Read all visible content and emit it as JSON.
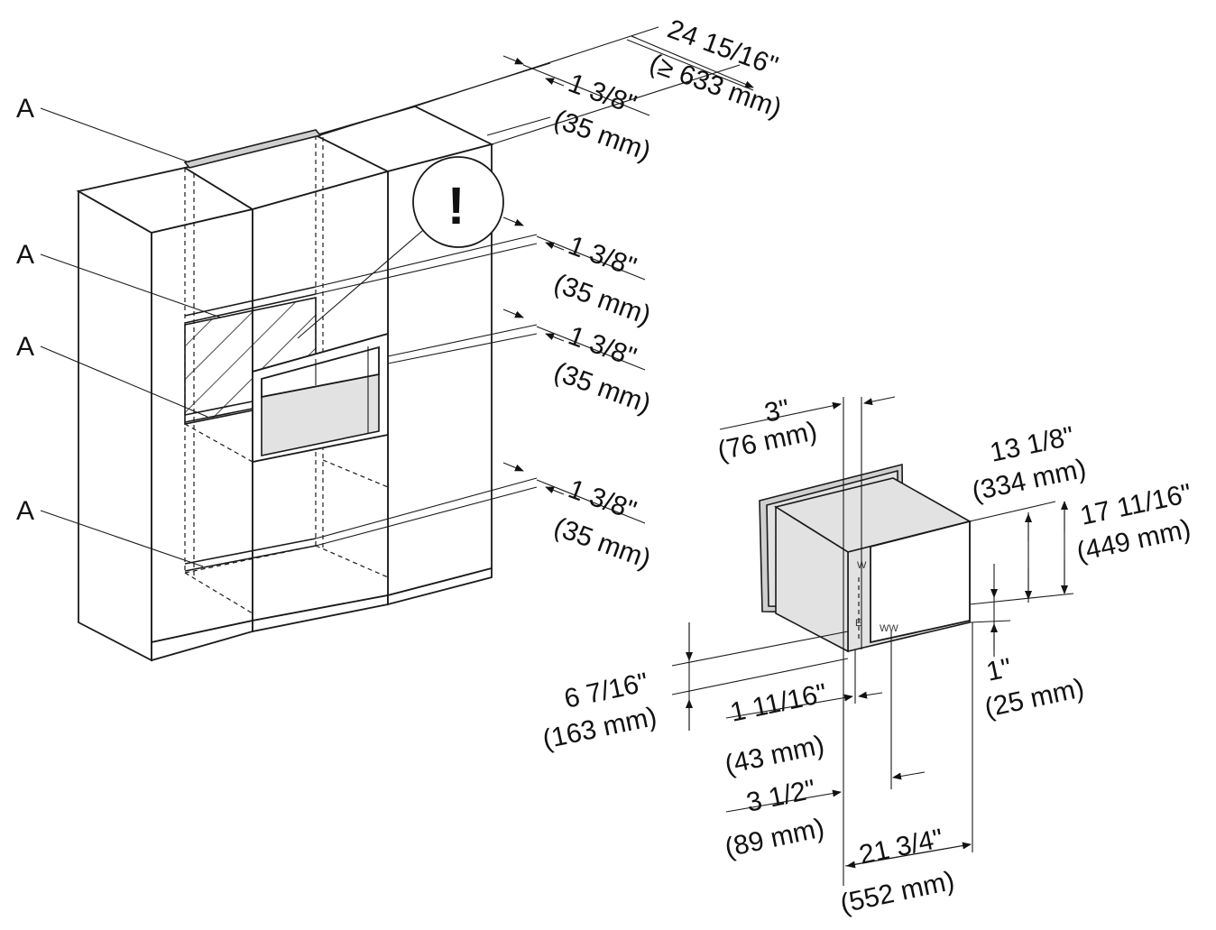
{
  "labels": {
    "a1": "A",
    "a2": "A",
    "a3": "A",
    "a4": "A"
  },
  "warning": "!",
  "cabinet_dims": {
    "total_depth_in": "24 15/16\"",
    "total_depth_mm": "(≥ 633 mm)",
    "top_vent_in": "1 3/8\"",
    "top_vent_mm": "(35 mm)",
    "shelf1_in": "1 3/8\"",
    "shelf1_mm": "(35 mm)",
    "shelf2_in": "1 3/8\"",
    "shelf2_mm": "(35 mm)",
    "bottom_in": "1 3/8\"",
    "bottom_mm": "(35 mm)"
  },
  "appliance_dims": {
    "front_depth_in": "3\"",
    "front_depth_mm": "(76 mm)",
    "inner_height_in": "13 1/8\"",
    "inner_height_mm": "(334 mm)",
    "outer_height_in": "17 11/16\"",
    "outer_height_mm": "(449 mm)",
    "base_offset_in": "1\"",
    "base_offset_mm": "(25 mm)",
    "lower_height_in": "6 7/16\"",
    "lower_height_mm": "(163 mm)",
    "panel_in": "1 11/16\"",
    "panel_mm": "(43 mm)",
    "connection_in": "3 1/2\"",
    "connection_mm": "(89 mm)",
    "body_depth_in": "21 3/4\"",
    "body_depth_mm": "(552 mm)"
  },
  "markers": {
    "w": "W",
    "e": "E",
    "ww": "WW"
  }
}
